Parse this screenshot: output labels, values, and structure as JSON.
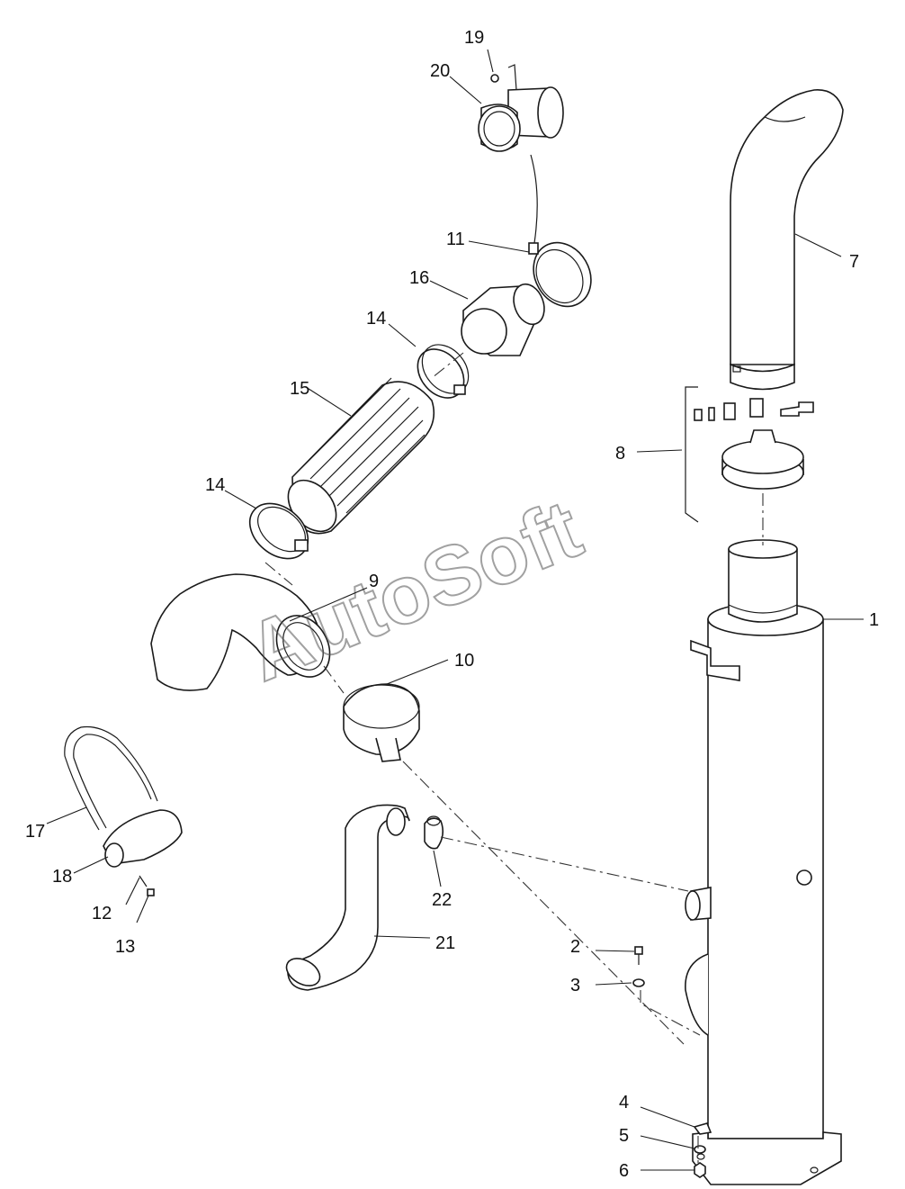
{
  "watermark": "AutoSoft",
  "callouts": [
    {
      "id": "1",
      "label": "1"
    },
    {
      "id": "2",
      "label": "2"
    },
    {
      "id": "3",
      "label": "3"
    },
    {
      "id": "4",
      "label": "4"
    },
    {
      "id": "5",
      "label": "5"
    },
    {
      "id": "6",
      "label": "6"
    },
    {
      "id": "7",
      "label": "7"
    },
    {
      "id": "8",
      "label": "8"
    },
    {
      "id": "9",
      "label": "9"
    },
    {
      "id": "10",
      "label": "10"
    },
    {
      "id": "11",
      "label": "11"
    },
    {
      "id": "12",
      "label": "12"
    },
    {
      "id": "13",
      "label": "13"
    },
    {
      "id": "14a",
      "label": "14"
    },
    {
      "id": "14b",
      "label": "14"
    },
    {
      "id": "15",
      "label": "15"
    },
    {
      "id": "16",
      "label": "16"
    },
    {
      "id": "17",
      "label": "17"
    },
    {
      "id": "18",
      "label": "18"
    },
    {
      "id": "19",
      "label": "19"
    },
    {
      "id": "20",
      "label": "20"
    },
    {
      "id": "21",
      "label": "21"
    },
    {
      "id": "22",
      "label": "22"
    }
  ]
}
